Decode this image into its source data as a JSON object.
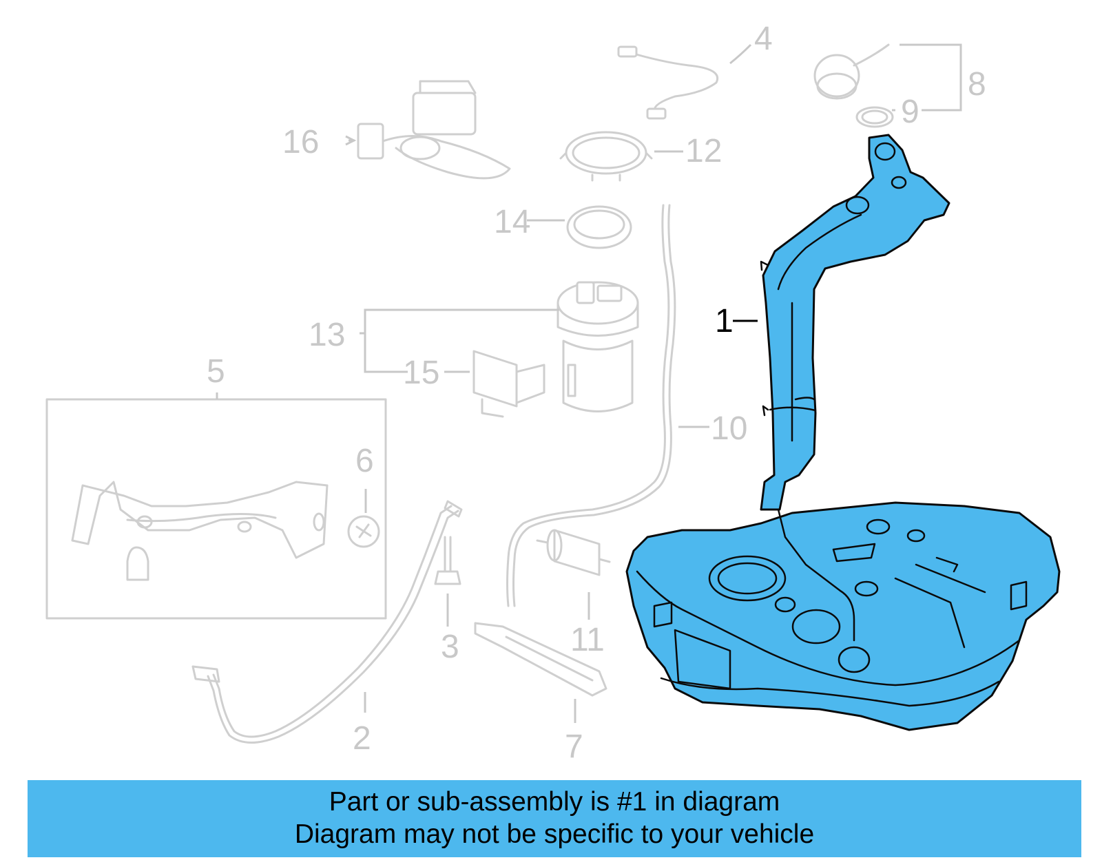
{
  "diagram": {
    "highlight_color": "#4db8ee",
    "ghost_color": "#cfcfcf",
    "callouts": {
      "c1": "1",
      "c2": "2",
      "c3": "3",
      "c4": "4",
      "c5": "5",
      "c6": "6",
      "c7": "7",
      "c8": "8",
      "c9": "9",
      "c10": "10",
      "c11": "11",
      "c12": "12",
      "c13": "13",
      "c14": "14",
      "c15": "15",
      "c16": "16"
    }
  },
  "banner": {
    "background": "#4db8ee",
    "line1": "Part or sub-assembly is #1 in diagram",
    "line2": "Diagram may not be specific to your vehicle"
  }
}
